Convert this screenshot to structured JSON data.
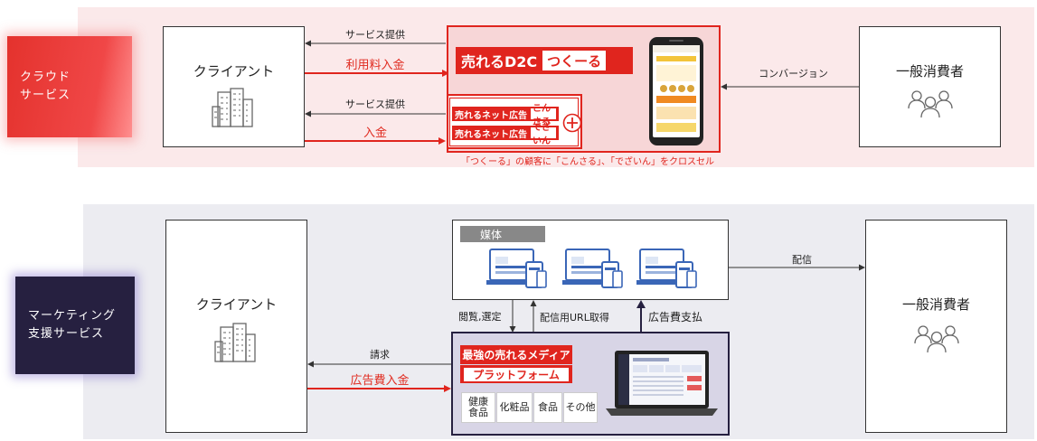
{
  "cloud": {
    "label": "クラウド\nサービス",
    "client_title": "クライアント",
    "consumer_title": "一般消費者",
    "arrow_service1": "サービス提供",
    "arrow_fee": "利用料入金",
    "arrow_service2": "サービス提供",
    "arrow_payment": "入金",
    "arrow_conversion": "コンバージョン",
    "d2c_left": "売れるD2C",
    "d2c_right": "つくーる",
    "ad1_left": "売れるネット広告",
    "ad1_right": "こんさる",
    "ad2_left": "売れるネット広告",
    "ad2_right": "でざいん",
    "crosssell_note": "「つくーる」の顧客に「こんさる」、「でざいん」をクロスセル"
  },
  "marketing": {
    "label": "マーケティング\n支援サービス",
    "client_title": "クライアント",
    "consumer_title": "一般消費者",
    "media_tab": "媒体",
    "arrow_delivery": "配信",
    "arrow_browse": "閲覧,選定",
    "arrow_url": "配信用URL取得",
    "arrow_adfee": "広告費支払",
    "arrow_invoice": "請求",
    "arrow_ad_payment": "広告費入金",
    "platform_line1": "最強の売れるメディア",
    "platform_line2": "プラットフォーム",
    "categories": [
      "健康\n食品",
      "化粧品",
      "食品",
      "その他"
    ]
  },
  "colors": {
    "brand_red": "#e0251e",
    "navy": "#262040"
  },
  "icons": [
    "building-icon",
    "people-icon",
    "phone-mockup-icon",
    "plus-circle-icon",
    "device-set-icon",
    "laptop-dashboard-icon"
  ]
}
